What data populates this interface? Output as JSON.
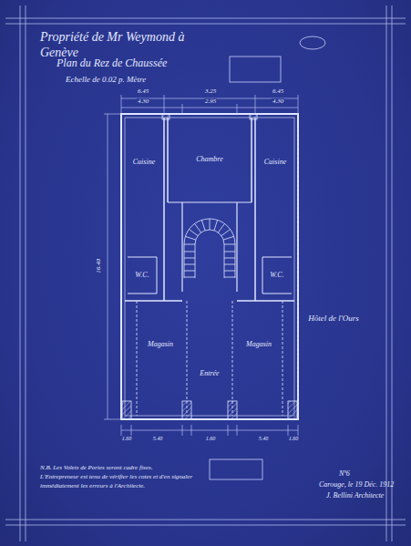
{
  "diagram": {
    "title": "Propriété de Mr Weymond à Genève",
    "nodes": [
      {
        "text": [
          "Cuisine"
        ]
      },
      {
        "text": [
          "Chambre"
        ]
      },
      {
        "text": [
          "Cuisine"
        ]
      },
      {
        "text": [
          "W.C."
        ]
      },
      {
        "text": [
          "W.C."
        ]
      },
      {
        "text": [
          "Magasin"
        ]
      },
      {
        "text": [
          "Magasin"
        ]
      },
      {
        "text": [
          "Entrée"
        ]
      }
    ],
    "labels": [
      "Plan du Rez de Chaussée",
      "Echelle de 0.02 p. Mètre",
      "6.45",
      "3.25",
      "6.45",
      "4.30",
      "2.95",
      "4.30",
      "16.40",
      "1.60",
      "5.40",
      "1.60",
      "5.40",
      "1.60",
      "Hôtel de l'Ours",
      "N.B. Les Volets de Portes seront cadre fixes.",
      "L'Entrepreneur est tenu de vérifier les cotes et d'en signaler",
      "immédiatement les erreurs à l'Architecte.",
      "Nº6",
      "Carouge, le 19 Déc. 1912",
      "J. Bellini Architecte"
    ]
  }
}
